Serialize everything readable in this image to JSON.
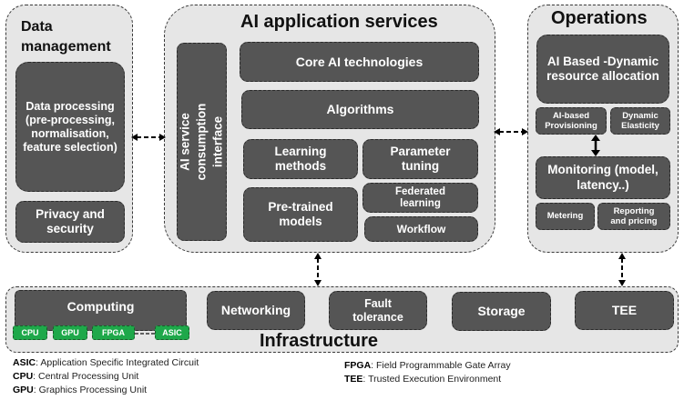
{
  "data_management": {
    "title_line1": "Data",
    "title_line2": "management",
    "data_processing": "Data processing (pre-processing, normalisation, feature selection)",
    "privacy_security": "Privacy and security"
  },
  "ai_services": {
    "title": "AI application services",
    "consumption_interface": "AI service consumption interface",
    "core_ai": "Core AI technologies",
    "algorithms": "Algorithms",
    "learning_methods": "Learning methods",
    "parameter_tuning": "Parameter tuning",
    "pretrained_models": "Pre-trained models",
    "federated_learning": "Federated learning",
    "workflow": "Workflow"
  },
  "operations": {
    "title": "Operations",
    "dynamic_allocation": "AI Based -Dynamic resource allocation",
    "ai_provisioning": "AI-based Provisioning",
    "dynamic_elasticity": "Dynamic Elasticity",
    "monitoring": "Monitoring (model, latency..)",
    "metering": "Metering",
    "reporting_pricing": "Reporting and pricing"
  },
  "infrastructure": {
    "title": "Infrastructure",
    "computing": "Computing",
    "chips": [
      "CPU",
      "GPU",
      "FPGA",
      "ASIC"
    ],
    "networking": "Networking",
    "fault_tolerance": "Fault tolerance",
    "storage": "Storage",
    "tee": "TEE"
  },
  "legend": [
    {
      "abbr": "ASIC",
      "full": ": Application Specific Integrated Circuit"
    },
    {
      "abbr": "CPU",
      "full": ": Central Processing Unit"
    },
    {
      "abbr": "GPU",
      "full": ": Graphics Processing Unit"
    },
    {
      "abbr": "FPGA",
      "full": ": Field Programmable Gate Array"
    },
    {
      "abbr": "TEE",
      "full": ": Trusted Execution Environment"
    }
  ],
  "colors": {
    "panel": "#e6e6e6",
    "box": "#555555",
    "chip": "#1ea84a"
  }
}
